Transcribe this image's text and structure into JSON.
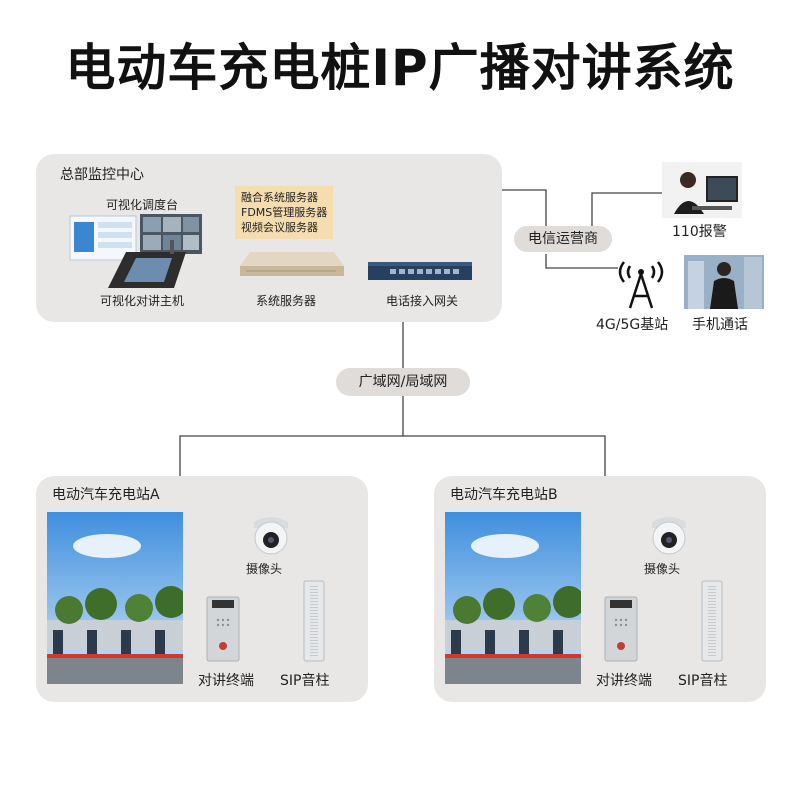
{
  "title": "电动车充电桩IP广播对讲系统",
  "hq": {
    "label": "总部监控中心",
    "dispatch_label": "可视化调度台",
    "host_label": "可视化对讲主机",
    "server_list": [
      "融合系统服务器",
      "FDMS管理服务器",
      "视频会议服务器"
    ],
    "server_label": "系统服务器",
    "gateway_label": "电话接入网关"
  },
  "telecom": {
    "label": "电信运营商",
    "police_label": "110报警",
    "base_label": "4G/5G基站",
    "phone_label": "手机通话"
  },
  "network_label": "广域网/局域网",
  "stations": [
    {
      "label": "电动汽车充电站A",
      "camera_label": "摄像头",
      "intercom_label": "对讲终端",
      "speaker_label": "SIP音柱"
    },
    {
      "label": "电动汽车充电站B",
      "camera_label": "摄像头",
      "intercom_label": "对讲终端",
      "speaker_label": "SIP音柱"
    }
  ]
}
